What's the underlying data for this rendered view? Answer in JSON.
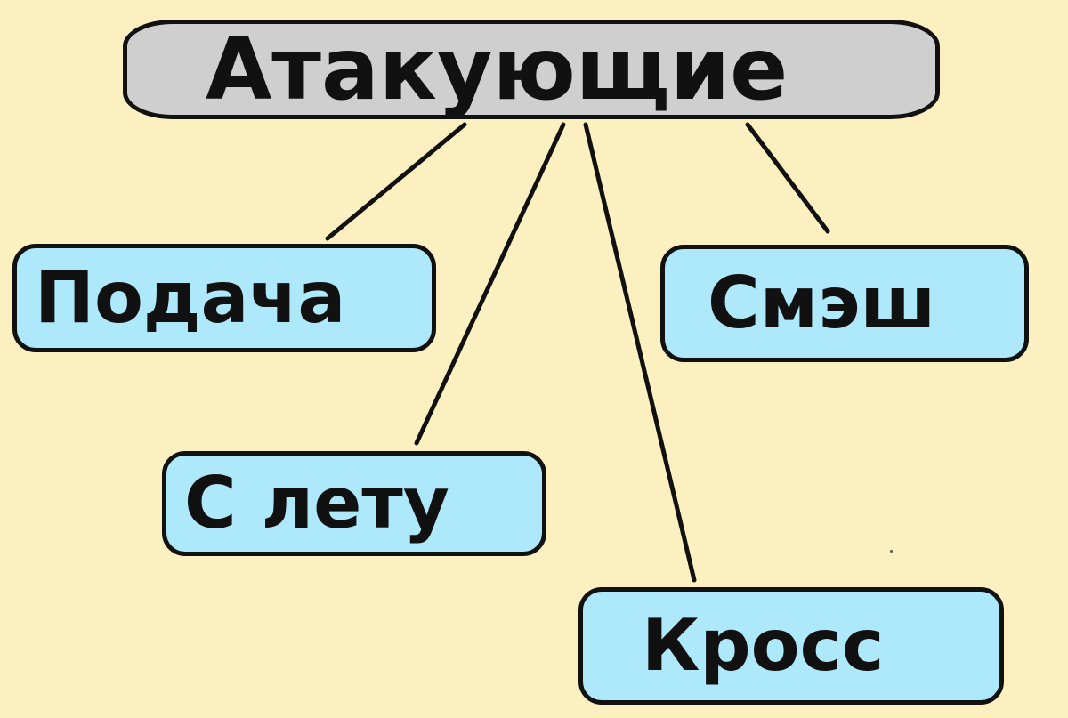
{
  "diagram": {
    "root": {
      "label": "Атакующие"
    },
    "children": [
      {
        "label": "Подача"
      },
      {
        "label": "Смэш"
      },
      {
        "label": "С лету"
      },
      {
        "label": "Кросс"
      }
    ]
  },
  "colors": {
    "background": "#fdf0c0",
    "root_fill": "#cfcfcf",
    "child_fill": "#aee9fb",
    "stroke": "#111111"
  }
}
